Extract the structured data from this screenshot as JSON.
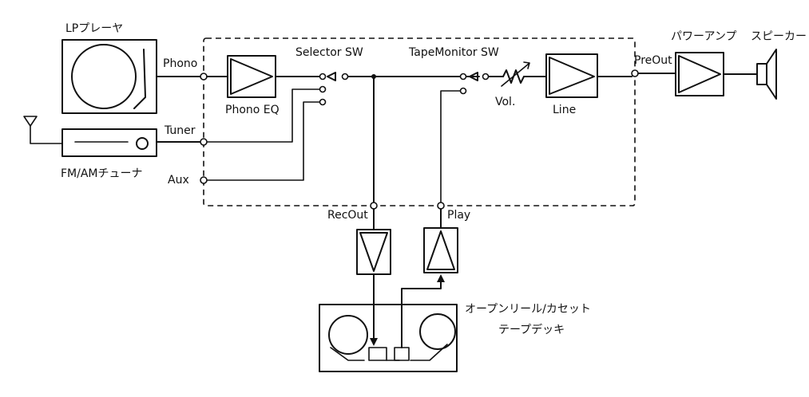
{
  "devices": {
    "lp_player": "LPプレーヤ",
    "tuner": "FM/AMチューナ",
    "power_amp": "パワーアンプ",
    "speaker": "スピーカー",
    "tape_deck_line1": "オープンリール/カセット",
    "tape_deck_line2": "テープデッキ"
  },
  "blocks": {
    "phono_eq": "Phono EQ",
    "line": "Line",
    "selector_sw": "Selector SW",
    "tape_monitor_sw": "TapeMonitor SW",
    "volume": "Vol."
  },
  "jacks": {
    "phono": "Phono",
    "tuner": "Tuner",
    "aux": "Aux",
    "rec_out": "RecOut",
    "play": "Play",
    "pre_out": "PreOut"
  }
}
